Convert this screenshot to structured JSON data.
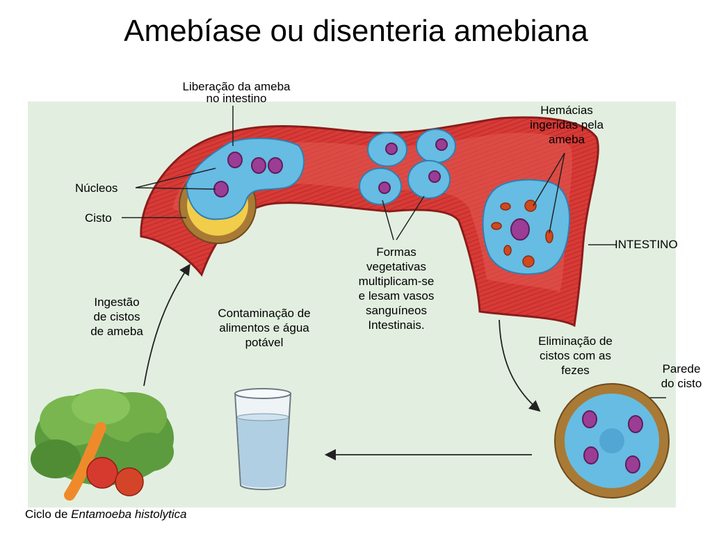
{
  "title": "Amebíase ou disenteria amebiana",
  "labels": {
    "liberacao": [
      "Liberação da ameba",
      "no intestino"
    ],
    "hemacias": [
      "Hemácias",
      "ingeridas pela",
      "ameba"
    ],
    "nucleos": "Núcleos",
    "cisto": "Cisto",
    "intestino": "INTESTINO",
    "formas": [
      "Formas",
      "vegetativas",
      "multiplicam-se",
      "e lesam vasos",
      "sanguíneos",
      "Intestinais."
    ],
    "ingestao": [
      "Ingestão",
      "de cistos",
      "de ameba"
    ],
    "contaminacao": [
      "Contaminação de",
      "alimentos e água",
      "potável"
    ],
    "eliminacao": [
      "Eliminação de",
      "cistos com as",
      "fezes"
    ],
    "parede": [
      "Parede",
      "do cisto"
    ]
  },
  "caption": {
    "prefix": "Ciclo de",
    "species": "Entamoeba histolytica"
  },
  "colors": {
    "intestine": "#d83a36",
    "intestine_dark": "#a8201f",
    "cell": "#66bce3",
    "nucleus": "#9b3d95",
    "cyst_wall": "#a97a35",
    "cyst_fill": "#f1cd4a",
    "panel": "#e2efe0"
  }
}
